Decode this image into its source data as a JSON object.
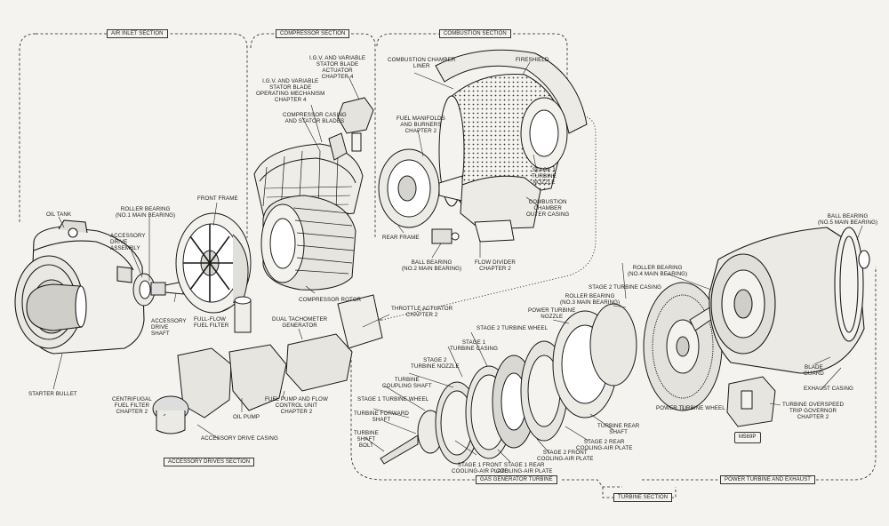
{
  "sections": {
    "air_inlet": "AIR INLET SECTION",
    "compressor": "COMPRESSOR SECTION",
    "combustion": "COMBUSTION SECTION",
    "accessory_drives": "ACCESSORY DRIVES SECTION",
    "gas_generator_turbine": "GAS GENERATOR TURBINE",
    "turbine": "TURBINE SECTION",
    "power_turbine_exhaust": "POWER TURBINE AND EXHAUST"
  },
  "labels": {
    "oil_tank": "OIL TANK",
    "starter_bullet": "STARTER BULLET",
    "roller_bearing_1": "ROLLER BEARING\n(No.1 MAIN BEARING)",
    "accessory_drive_assembly": "ACCESSORY\nDRIVE\nASSEMBLY",
    "front_frame": "FRONT FRAME",
    "accessory_drive_shaft": "ACCESSORY\nDRIVE\nSHAFT",
    "full_flow_fuel_filter": "FULL-FLOW\nFUEL FILTER",
    "igv_actuator": "I.G.V. AND VARIABLE\nSTATOR BLADE\nACTUATOR\nCHAPTER 4",
    "igv_mechanism": "I.G.V. AND VARIABLE\nSTATOR BLADE\nOPERATING MECHANISM\nCHAPTER 4",
    "compressor_casing": "COMPRESSOR CASING\nAND STATOR BLADES",
    "compressor_rotor": "COMPRESSOR ROTOR",
    "combustion_liner": "COMBUSTION CHAMBER\nLINER",
    "fireshield": "FIRESHIELD",
    "fuel_manifolds": "FUEL MANIFOLDS\nAND BURNERS\nCHAPTER 2",
    "stage1_nozzle": "STAGE 1\nTURBINE\nNOZZLE",
    "combustion_outer_casing": "COMBUSTION\nCHAMBER\nOUTER CASING",
    "rear_frame": "REAR FRAME",
    "ball_bearing_2": "BALL BEARING\n(No.2 MAIN BEARING)",
    "flow_divider": "FLOW DIVIDER\nCHAPTER 2",
    "ball_bearing_5": "BALL BEARING\n(No.5 MAIN BEARING)",
    "roller_bearing_4": "ROLLER BEARING\n(No.4 MAIN BEARING)",
    "stage2_turbine_casing": "STAGE 2 TURBINE CASING",
    "roller_bearing_3": "ROLLER BEARING\n(No.3 MAIN BEARING)",
    "power_turbine_nozzle": "POWER TURBINE\nNOZZLE",
    "throttle_actuator": "THROTTLE ACTUATOR\nCHAPTER 2",
    "dual_tacho": "DUAL TACHOMETER\nGENERATOR",
    "stage2_turbine_wheel": "STAGE 2 TURBINE WHEEL",
    "stage1_turbine_casing": "STAGE 1\nTURBINE CASING",
    "stage2_turbine_nozzle": "STAGE 2\nTURBINE NOZZLE",
    "turbine_coupling_shaft": "TURBINE\nCOUPLING SHAFT",
    "stage1_turbine_wheel": "STAGE 1 TURBINE WHEEL",
    "turbine_forward_shaft": "TURBINE FORWARD\nSHAFT",
    "turbine_shaft_bolt": "TURBINE\nSHAFT\nBOLT",
    "stage1_front_plate": "STAGE 1 FRONT\nCOOLING-AIR PLATE",
    "stage1_rear_plate": "STAGE 1 REAR\nCOOLING-AIR PLATE",
    "stage2_front_plate": "STAGE 2 FRONT\nCOOLING-AIR PLATE",
    "stage2_rear_plate": "STAGE 2 REAR\nCOOLING-AIR PLATE",
    "turbine_rear_shaft": "TURBINE REAR\nSHAFT",
    "power_turbine_wheel": "POWER TURBINE WHEEL",
    "blade_guard": "BLADE\nGUARD",
    "exhaust_casing": "EXHAUST CASING",
    "overspeed_governor": "TURBINE OVERSPEED\nTRIP GOVERNOR\nCHAPTER 2",
    "centrifugal_filter": "CENTRIFUGAL\nFUEL FILTER\nCHAPTER 2",
    "oil_pump": "OIL PUMP",
    "accessory_drive_casing": "ACCESSORY DRIVE CASING",
    "fuel_pump": "FUEL PUMP AND FLOW\nCONTROL UNIT\nCHAPTER 2"
  },
  "figure_id": "M569P"
}
